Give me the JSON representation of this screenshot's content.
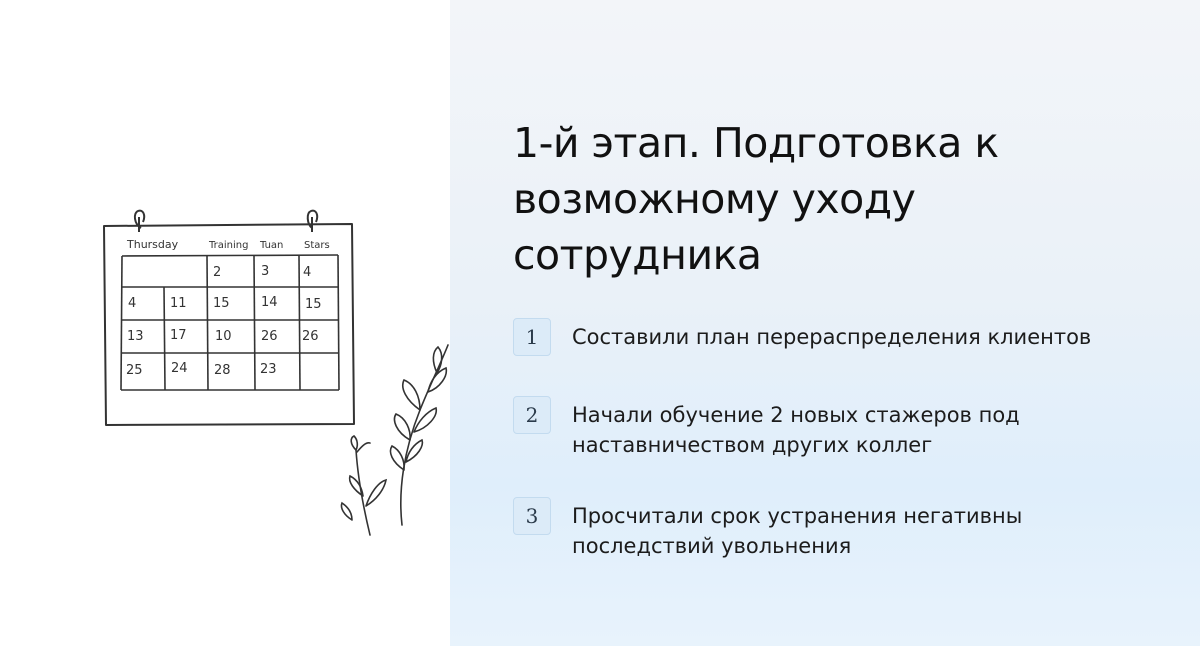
{
  "slide": {
    "title": "1-й этап. Подготовка к возможному уходу сотрудника",
    "steps": [
      {
        "number": "1",
        "text": "Составили план перераспределения клиентов"
      },
      {
        "number": "2",
        "text": "Начали обучение 2 новых стажеров под наставничеством других коллег"
      },
      {
        "number": "3",
        "text": "Просчитали срок устранения негативны последствий увольнения"
      }
    ]
  },
  "calendar": {
    "headers": [
      "Thursday",
      "Training",
      "Tuan",
      "Stars"
    ],
    "rows": [
      [
        "",
        "",
        "2",
        "3",
        "4"
      ],
      [
        "4",
        "11",
        "15",
        "14",
        "15"
      ],
      [
        "13",
        "17",
        "10",
        "26",
        "26"
      ],
      [
        "25",
        "24",
        "28",
        "23",
        ""
      ]
    ]
  },
  "colors": {
    "badge_bg": "#dcebf8",
    "panel_gradient_bottom": "#dfeefb",
    "ink": "#333333"
  },
  "icons": [
    "calendar-illustration-icon",
    "plant-sprig-icon"
  ]
}
